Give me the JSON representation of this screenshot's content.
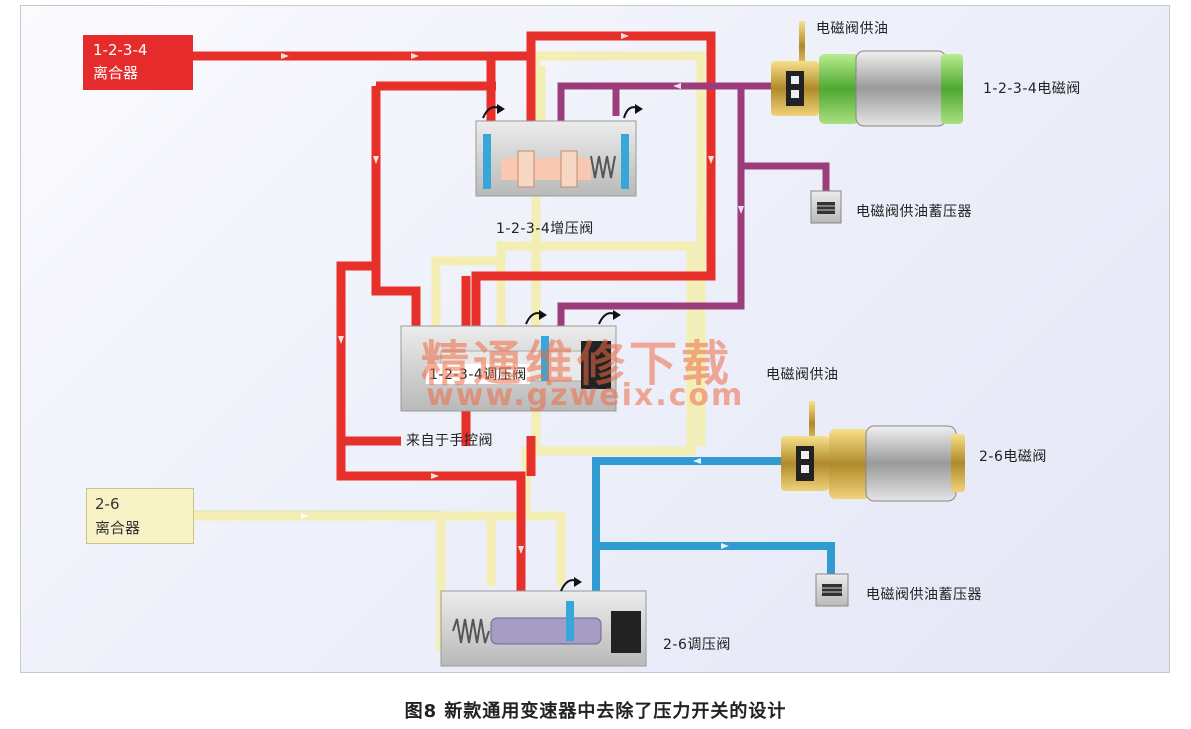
{
  "labels": {
    "clutch_1234_line1": "1-2-3-4",
    "clutch_1234_line2": "离合器",
    "clutch_26_line1": "2-6",
    "clutch_26_line2": "离合器",
    "solenoid_supply_top": "电磁阀供油",
    "solenoid_1234": "1-2-3-4电磁阀",
    "accumulator_top": "电磁阀供油蓄压器",
    "boost_valve_1234": "1-2-3-4增压阀",
    "regulator_valve_1234": "1-2-3-4调压阀",
    "solenoid_supply_mid": "电磁阀供油",
    "from_manual_valve": "来自于手控阀",
    "solenoid_26": "2-6电磁阀",
    "accumulator_bottom": "电磁阀供油蓄压器",
    "regulator_valve_26": "2-6调压阀"
  },
  "watermark": {
    "line1": "精通维修下载",
    "line2": "www.gzweix.com"
  },
  "caption": "图8 新款通用变速器中去除了压力开关的设计",
  "colors": {
    "red_line": "#e8302a",
    "purple_line": "#9b3d7a",
    "yellow_line": "#f3eeb4",
    "blue_line": "#2f9bd0",
    "clutch_red": "#e52b2b",
    "solenoid_green": "#6cc24a"
  }
}
